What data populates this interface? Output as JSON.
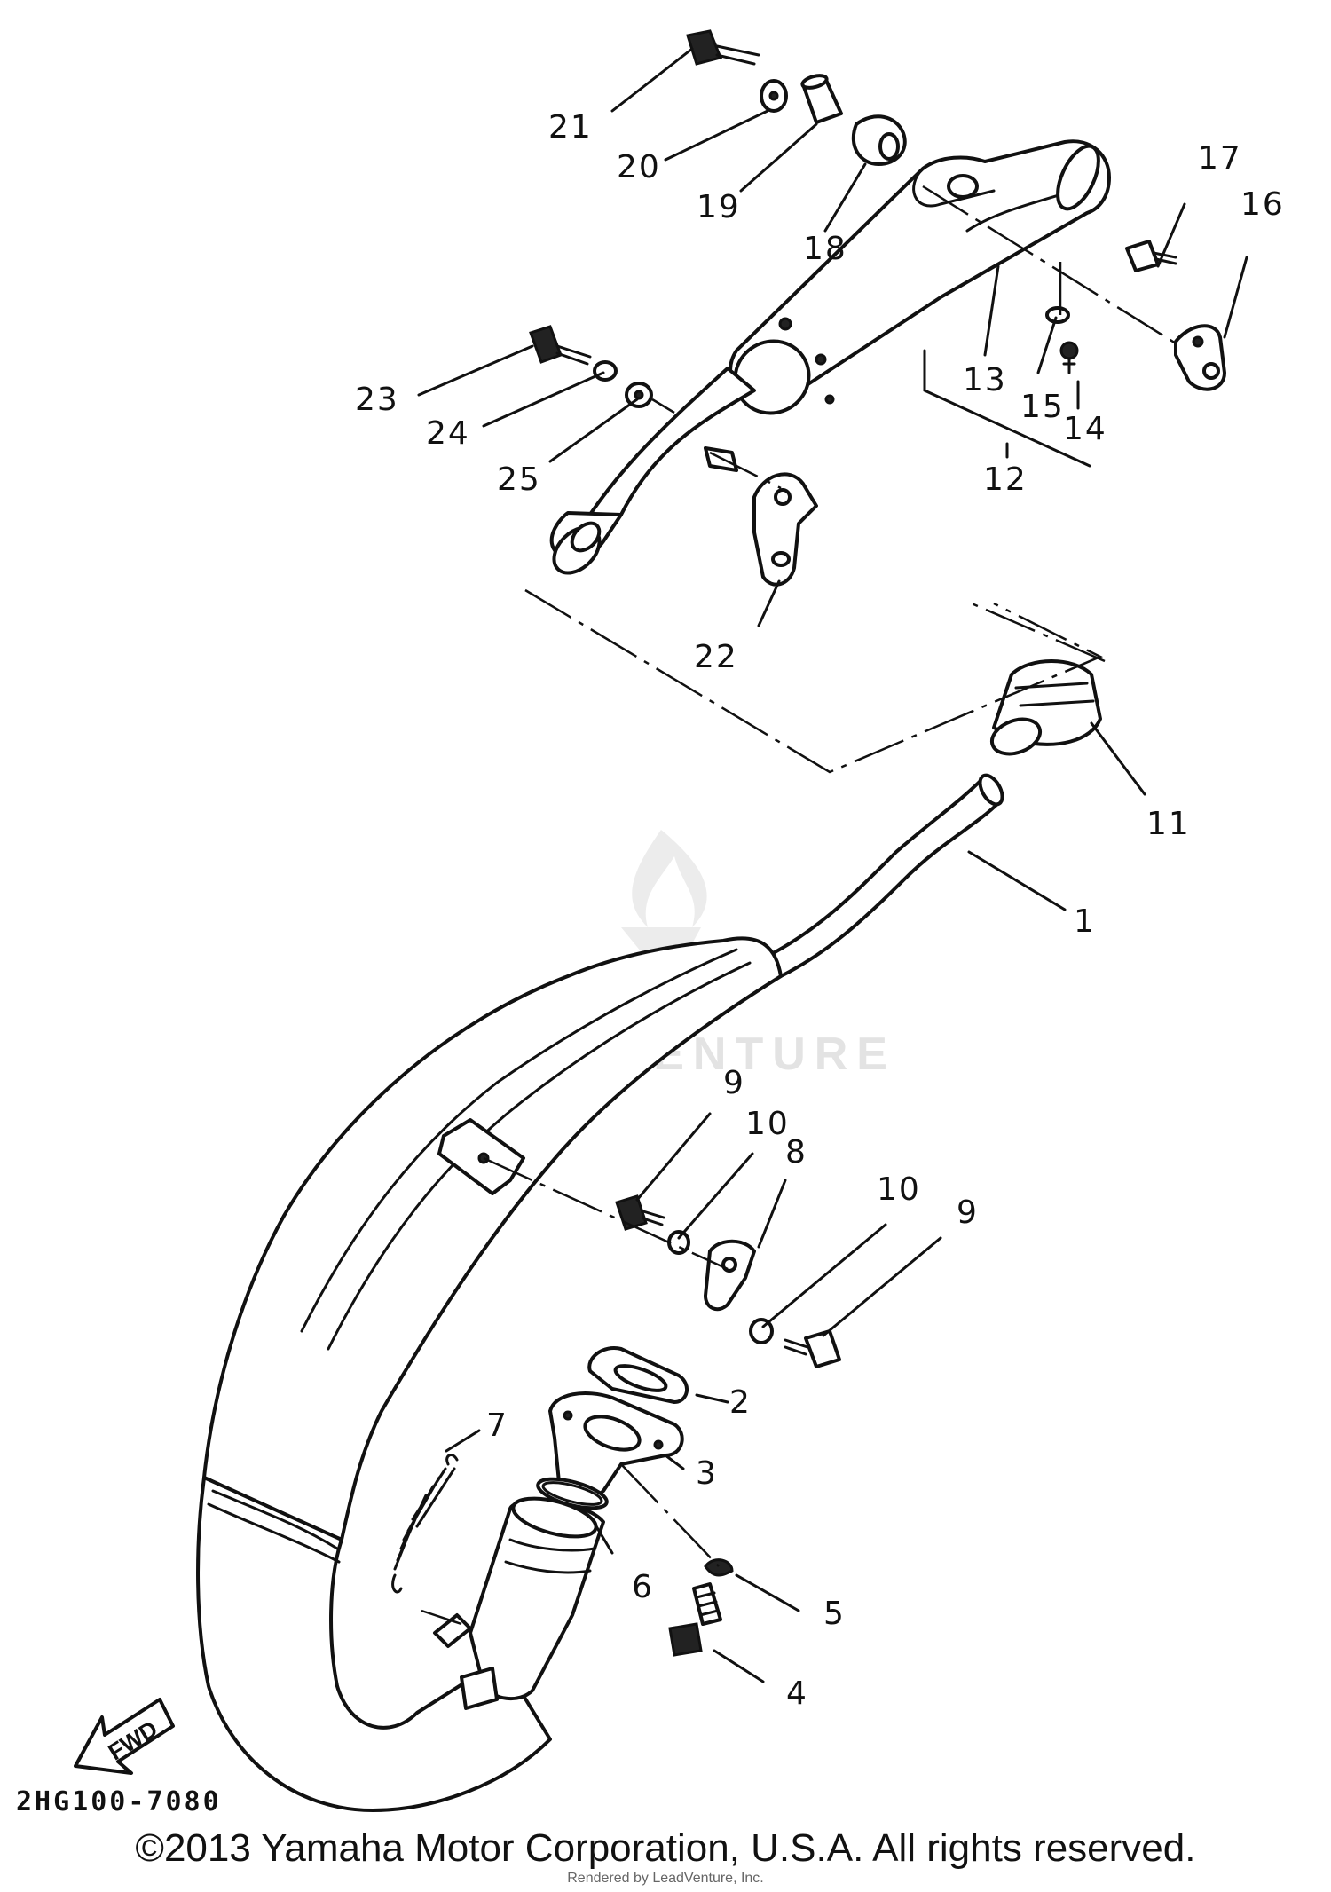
{
  "diagram": {
    "code": "2HG100-7080",
    "fwd_label": "FWD",
    "watermark": "LEADVENTURE",
    "copyright": "©2013 Yamaha Motor Corporation, U.S.A. All rights reserved.",
    "rendered_by": "Rendered by LeadVenture, Inc."
  },
  "callouts": [
    "1",
    "2",
    "3",
    "4",
    "5",
    "6",
    "7",
    "8",
    "9",
    "9",
    "10",
    "10",
    "11",
    "12",
    "13",
    "14",
    "15",
    "16",
    "17",
    "18",
    "19",
    "20",
    "21",
    "22",
    "23",
    "24",
    "25"
  ]
}
